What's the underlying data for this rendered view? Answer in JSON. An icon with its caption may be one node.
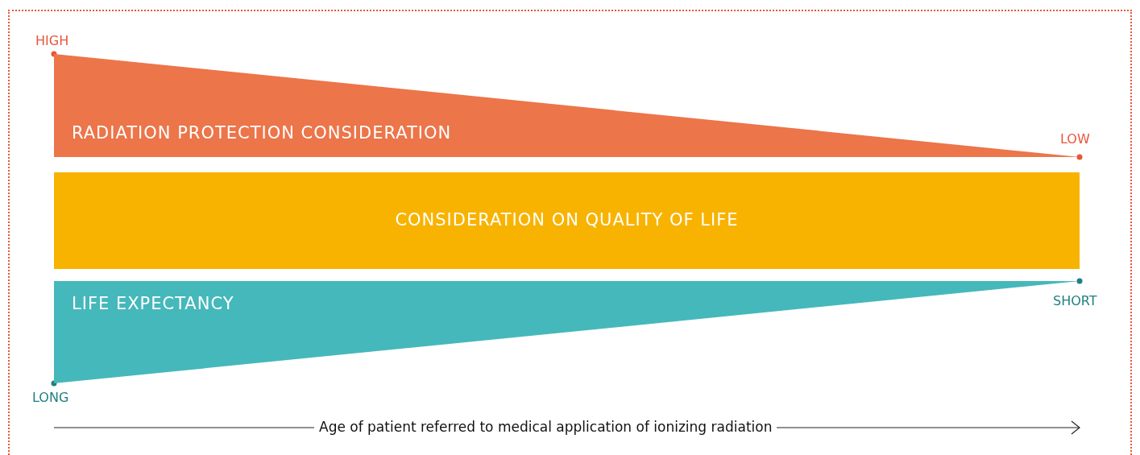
{
  "diagram": {
    "nodes": [
      {
        "text": [
          "RADIATION PROTECTION CONSIDERATION"
        ]
      },
      {
        "text": [
          "CONSIDERATION ON QUALITY OF LIFE"
        ]
      },
      {
        "text": [
          "LIFE EXPECTANCY"
        ]
      }
    ],
    "labels": [
      "HIGH",
      "LOW",
      "SHORT",
      "LONG",
      "Age of patient referred to medical application of ionizing radiation"
    ]
  }
}
